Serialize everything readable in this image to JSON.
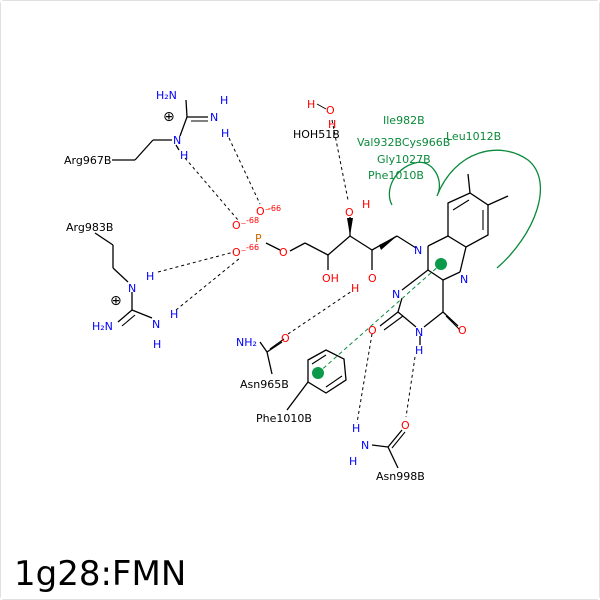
{
  "title": "1g28:FMN",
  "colors": {
    "bond": "#000000",
    "nitrogen": "#0000ff",
    "oxygen": "#ff0000",
    "phosphorus": "#cc6600",
    "hydrophobic": "#0a8a3a"
  },
  "residues": {
    "arg967": "Arg967B",
    "arg983": "Arg983B",
    "hoh51": "HOH51B",
    "asn965": "Asn965B",
    "phe1010": "Phe1010B",
    "asn998": "Asn998B"
  },
  "hydrophobic_labels": {
    "ile982": "Ile982B",
    "val932_cys966": "Val932BCys966B",
    "gly1027": "Gly1027B",
    "phe1010": "Phe1010B",
    "leu1012": "Leu1012B"
  },
  "atoms": {
    "h2n": "H₂N",
    "nh2": "NH₂",
    "n": "N",
    "h": "H",
    "o": "O",
    "oh": "OH",
    "p": "P",
    "o_minus": "O⁻",
    "charge_066": "-66",
    "charge_068": "-68",
    "plus": "⊕"
  }
}
